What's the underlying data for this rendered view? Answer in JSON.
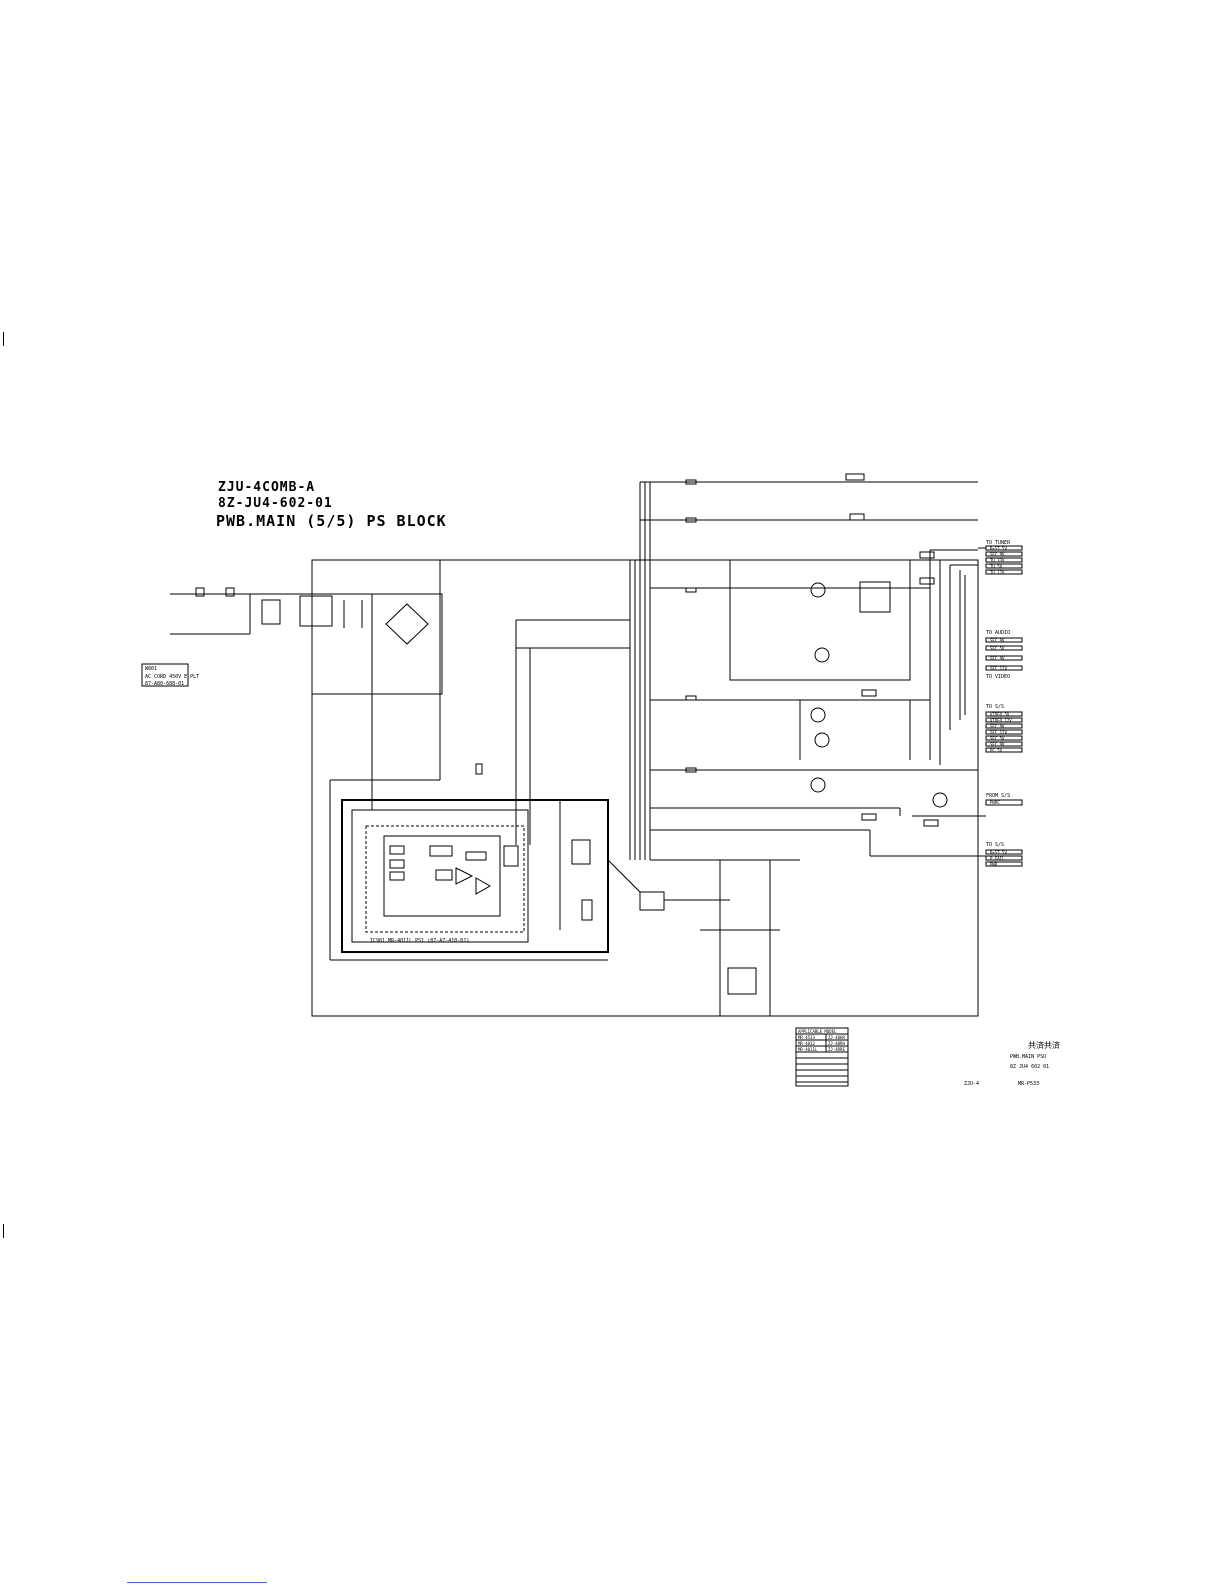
{
  "title": {
    "model": "ZJU-4COMB-A",
    "part_no": "8Z-JU4-602-01",
    "block": "PWB.MAIN (5/5) PS BLOCK"
  },
  "note_box": {
    "line1": "W801",
    "line2": "AC CORD 450V E PLT",
    "line3": "87-A80-688-01"
  },
  "main_ic": {
    "label": "IC901 MR-4011L PS1 (87-A7-410-01)"
  },
  "connectors": {
    "to_tuner": {
      "label": "TO TUNER",
      "pins": [
        "B+ST 5V",
        "SEC 9V",
        "TU 33V",
        "TU 5V",
        "TU 12V"
      ]
    },
    "to_audio": {
      "label": "TO AUDIO",
      "pins": [
        "SEC 9V",
        "SEC 5V",
        "SEC 9V",
        "SEC 12V"
      ]
    },
    "to_video": {
      "label": "TO VIDEO"
    },
    "to_ss": {
      "label": "TO S/S",
      "pins": [
        "VIDEO 5V",
        "VIDEO 12V",
        "SEC 9V",
        "SEC 12V",
        "SEC 5V",
        "SEC 9V",
        "PC 5V"
      ]
    },
    "from_ss": {
      "label": "FROM S/S",
      "pins": [
        "PWRC"
      ]
    },
    "to_ss2": {
      "label": "TO S/S",
      "pins": [
        "B+ST 5V",
        "P FAIL",
        "PWR"
      ]
    }
  },
  "parts_table": {
    "header": "APPLICABLE MODEL",
    "rows": [
      [
        "MR-4533",
        "ZJ-40HR"
      ],
      [
        "MR-4012",
        "ZJ-40RH"
      ],
      [
        "MR-4011L",
        "ZJ-4RRE"
      ]
    ]
  },
  "title_block": {
    "logo": "共済共済",
    "sheet": "PWB.MAIN PSU",
    "doc": "8Z JU4 602 01",
    "model": "ZJU-4",
    "code": "MR-P533"
  }
}
